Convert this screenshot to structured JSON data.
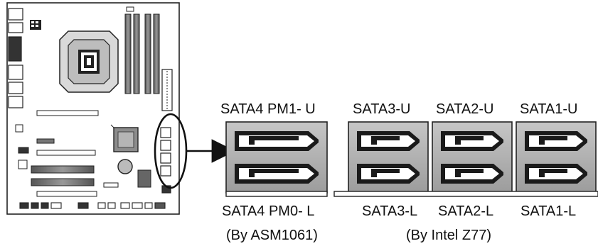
{
  "diagram": {
    "board_name": "",
    "upper_labels": [
      "SATA4 PM1- U",
      "SATA3-U",
      "SATA2-U",
      "SATA1-U"
    ],
    "lower_labels": [
      "SATA4 PM0- L",
      "SATA3-L",
      "SATA2-L",
      "SATA1-L"
    ],
    "controllers": [
      "(By ASM1061)",
      "(By Intel Z77)"
    ],
    "colors": {
      "port_fill": "#a9a9a9",
      "port_inner": "#ffffff",
      "connector_dark": "#1a1a1a",
      "board_line": "#222222",
      "highlight_ring": "#111111"
    },
    "icons": {
      "pointer": "arrow-right-icon",
      "callout": "ellipse-highlight-icon"
    }
  }
}
